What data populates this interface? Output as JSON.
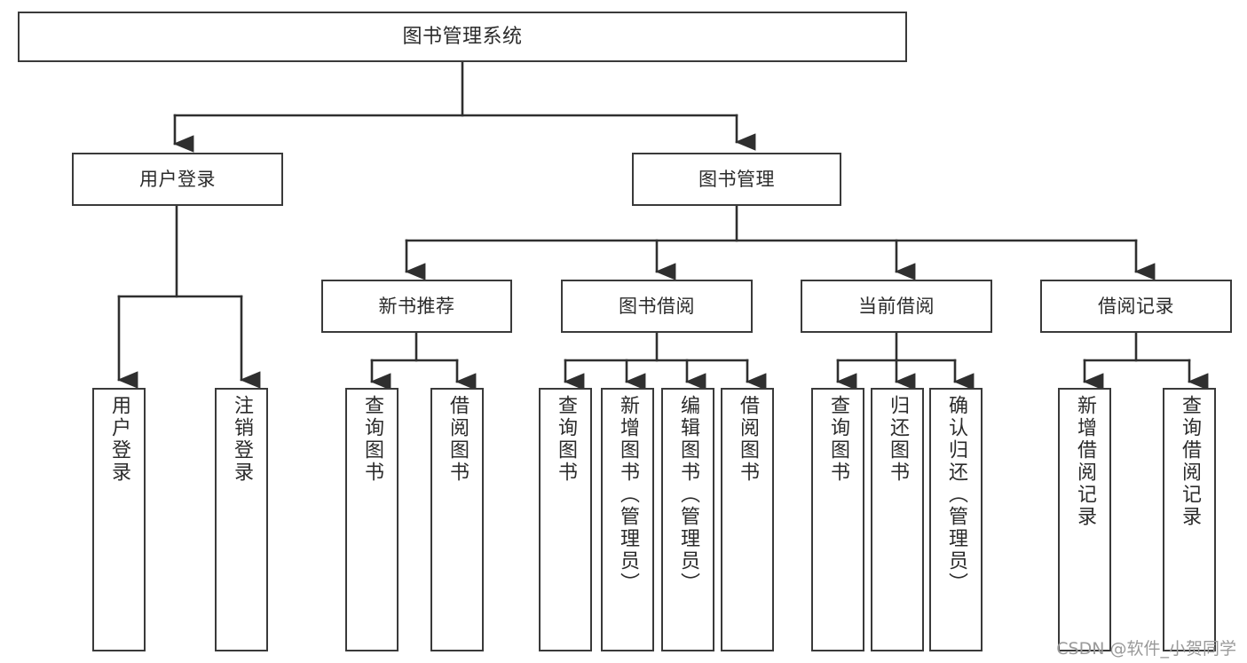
{
  "diagram": {
    "title": "图书管理系统",
    "type": "tree",
    "watermark": "CSDN @软件_小贺同学",
    "colors": {
      "background": "#ffffff",
      "stroke": "#3a3a3a",
      "text": "#2b2b2b",
      "watermark": "#9a9a9a"
    },
    "root": {
      "label": "图书管理系统"
    },
    "level1": [
      {
        "label": "用户登录"
      },
      {
        "label": "图书管理"
      }
    ],
    "level2": [
      {
        "label": "新书推荐"
      },
      {
        "label": "图书借阅"
      },
      {
        "label": "当前借阅"
      },
      {
        "label": "借阅记录"
      }
    ],
    "leaves": {
      "user_login": [
        {
          "label": "用户登录"
        },
        {
          "label": "注销登录"
        }
      ],
      "new_book_recommend": [
        {
          "label": "查询图书"
        },
        {
          "label": "借阅图书"
        }
      ],
      "book_borrow": [
        {
          "label": "查询图书"
        },
        {
          "label": "新增图书（管理员）"
        },
        {
          "label": "编辑图书（管理员）"
        },
        {
          "label": "借阅图书"
        }
      ],
      "current_borrow": [
        {
          "label": "查询图书"
        },
        {
          "label": "归还图书"
        },
        {
          "label": "确认归还（管理员）"
        }
      ],
      "borrow_record": [
        {
          "label": "新增借阅记录"
        },
        {
          "label": "查询借阅记录"
        }
      ]
    }
  }
}
